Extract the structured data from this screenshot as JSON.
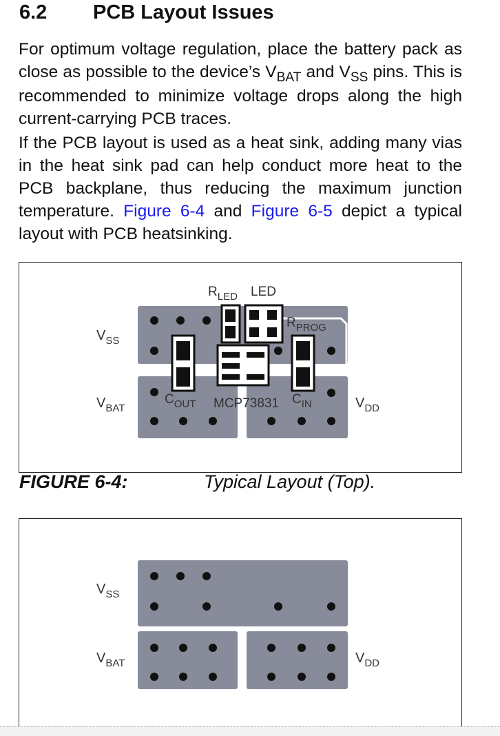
{
  "section": {
    "number": "6.2",
    "title": "PCB Layout Issues"
  },
  "para1": {
    "t1": "For optimum voltage regulation, place the battery pack as close as possible to the device’s V",
    "s1": "BAT",
    "t2": " and V",
    "s2": "SS",
    "t3": " pins. This is recommended to minimize voltage drops along the high current-carrying PCB traces."
  },
  "para2": {
    "t1": "If the PCB layout is used as a heat sink, adding many vias in the heat sink pad can help conduct more heat to the PCB backplane, thus reducing the maximum junction temperature. ",
    "link1": "Figure 6-4",
    "t2": " and ",
    "link2": "Figure 6-5",
    "t3": " depict a typical layout with PCB heatsinking."
  },
  "colors": {
    "pad": "#888b99",
    "link": "#1a1aee",
    "outline": "#222222"
  },
  "figure_top": {
    "labels": {
      "v": "V",
      "ss": "SS",
      "bat": "BAT",
      "dd": "DD",
      "r": "R",
      "led_sub": "LED",
      "led": "LED",
      "prog": "PROG",
      "c": "C",
      "out": "OUT",
      "in": "IN",
      "chip": "MCP73831"
    },
    "caption_label": "FIGURE 6-4:",
    "caption_title": "Typical Layout (Top)."
  },
  "figure_bottom": {
    "labels": {
      "v": "V",
      "ss": "SS",
      "bat": "BAT",
      "dd": "DD"
    }
  }
}
